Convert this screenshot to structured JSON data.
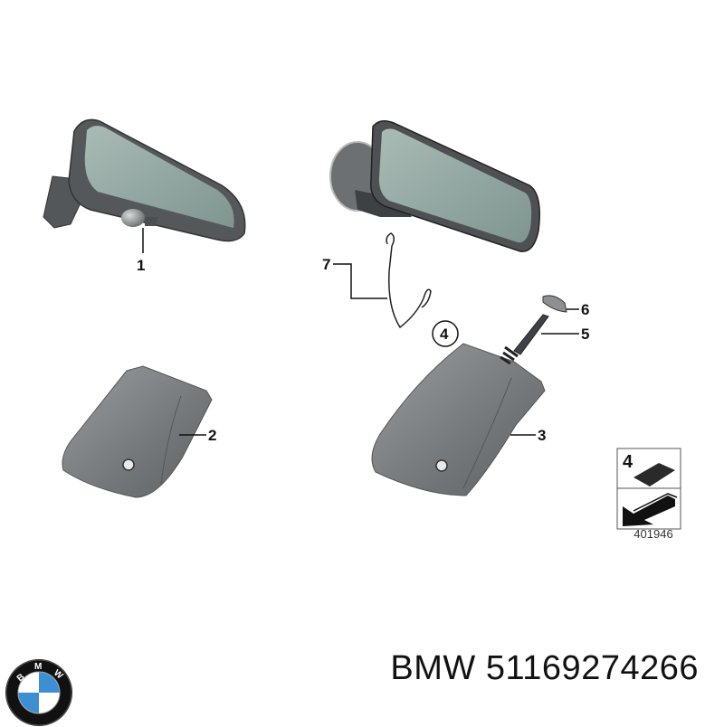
{
  "diagram": {
    "callouts": [
      {
        "id": "1",
        "label": "1"
      },
      {
        "id": "2",
        "label": "2"
      },
      {
        "id": "3",
        "label": "3"
      },
      {
        "id": "4",
        "label": "4"
      },
      {
        "id": "5",
        "label": "5"
      },
      {
        "id": "6",
        "label": "6"
      },
      {
        "id": "7",
        "label": "7"
      }
    ],
    "legend_box": {
      "number": "4",
      "reference_number": "401946"
    }
  },
  "footer": {
    "brand": "BMW",
    "logo_letters": [
      "B",
      "M",
      "W"
    ],
    "part_label": "BMW 51169274266"
  },
  "colors": {
    "mirror_glass": "#93a8a2",
    "mirror_housing": "#5a5d5f",
    "cover_gray": "#7c7f82",
    "bmw_blue": "#3d8fd4"
  }
}
